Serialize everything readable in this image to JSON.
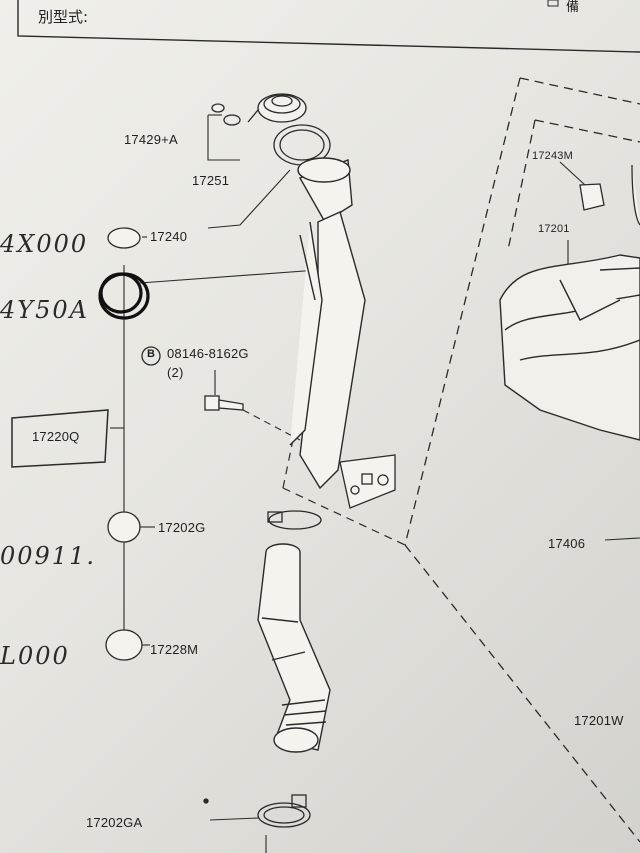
{
  "header": {
    "title": "別型式:",
    "corner_glyph": "備"
  },
  "parts": {
    "p17429": "17429+A",
    "p17251": "17251",
    "p17240": "17240",
    "p08146_main": "08146-8162G",
    "p08146_qty": "(2)",
    "p08146_badge": "B",
    "p17220Q": "17220Q",
    "p17202G": "17202G",
    "p17228M": "17228M",
    "p17202GA": "17202GA",
    "p17243M": "17243M",
    "p17201": "17201",
    "p17406": "17406",
    "p17201W": "17201W"
  },
  "handwritten": {
    "h1": "4X000",
    "h2": "4Y50A",
    "h3": "00911.",
    "h4": "L000"
  },
  "colors": {
    "ink": "#1f1f1f",
    "paper": "#ecebe6",
    "handwriting": "#111111"
  }
}
